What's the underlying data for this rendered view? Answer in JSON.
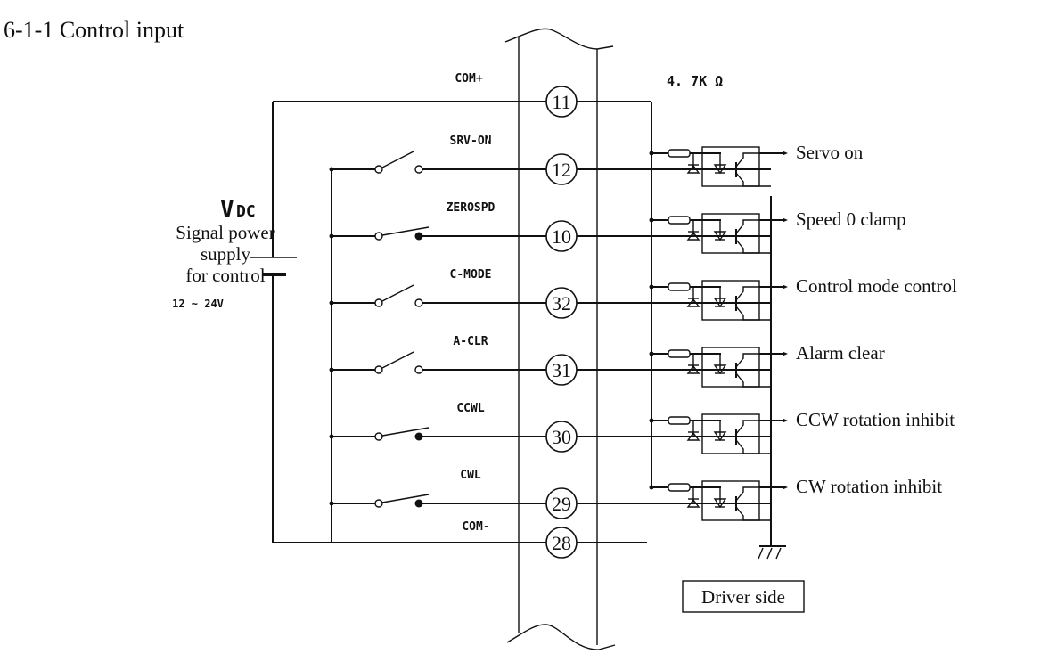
{
  "title": "6-1-1    Control input",
  "power_supply": {
    "symbol_main": "V",
    "symbol_sub": "DC",
    "label_lines": [
      "Signal power",
      "supply",
      "for control"
    ],
    "range": "12 ~ 24V"
  },
  "resistor_label": "4. 7K Ω",
  "driver_side_label": "Driver side",
  "common_lines": [
    {
      "signal": "COM+",
      "pin": "11"
    },
    {
      "signal": "COM-",
      "pin": "28"
    }
  ],
  "inputs": [
    {
      "signal": "SRV-ON",
      "pin": "12",
      "switch": "normally-open",
      "function": "Servo on"
    },
    {
      "signal": "ZEROSPD",
      "pin": "10",
      "switch": "normally-closed",
      "function": "Speed 0 clamp"
    },
    {
      "signal": "C-MODE",
      "pin": "32",
      "switch": "normally-open",
      "function": "Control mode control"
    },
    {
      "signal": "A-CLR",
      "pin": "31",
      "switch": "normally-open",
      "function": "Alarm clear"
    },
    {
      "signal": "CCWL",
      "pin": "30",
      "switch": "normally-closed",
      "function": "CCW rotation inhibit"
    },
    {
      "signal": "CWL",
      "pin": "29",
      "switch": "normally-closed",
      "function": "CW rotation inhibit"
    }
  ]
}
